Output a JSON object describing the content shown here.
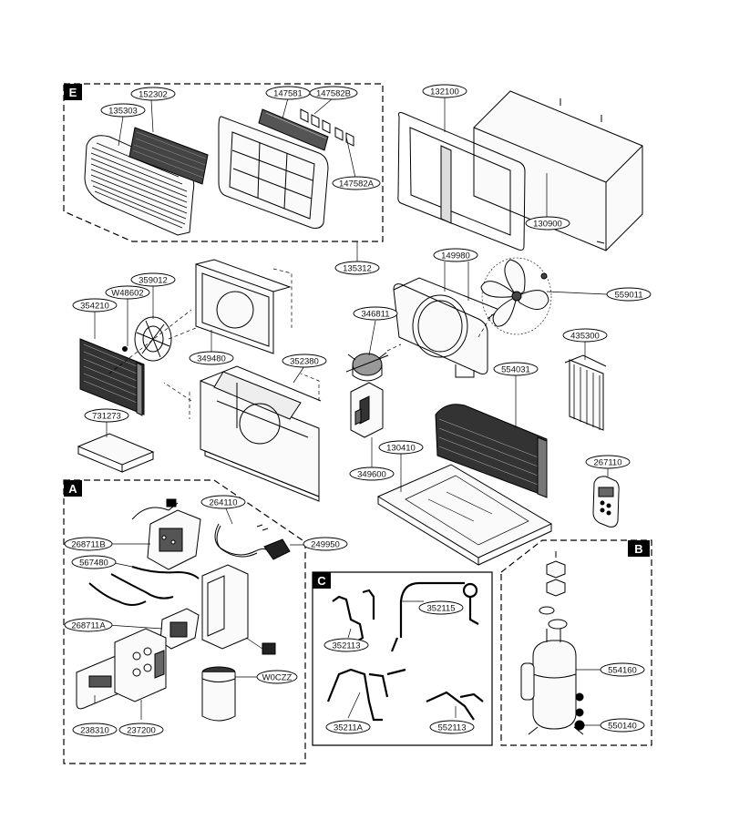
{
  "diagram": {
    "sections": {
      "E": "E",
      "A": "A",
      "C": "C",
      "B": "B"
    },
    "parts": {
      "p135303": "135303",
      "p152302": "152302",
      "p147581": "147581",
      "p147582B": "147582B",
      "p147582A": "147582A",
      "p135312": "135312",
      "p132100": "132100",
      "p130900": "130900",
      "p149980": "149980",
      "p559011": "559011",
      "p359012": "359012",
      "pW48602": "W48602",
      "p354210": "354210",
      "p349480": "349480",
      "p352380": "352380",
      "p346811": "346811",
      "p435300": "435300",
      "p554031": "554031",
      "p731273": "731273",
      "p349600": "349600",
      "p130410": "130410",
      "p267110": "267110",
      "p264110": "264110",
      "p268711B": "268711B",
      "p249950": "249950",
      "p567480": "567480",
      "p268711A": "268711A",
      "pW0CZZ": "W0CZZ",
      "p238310": "238310",
      "p237200": "237200",
      "p352115": "352115",
      "p352113": "352113",
      "p35211A": "35211A",
      "p552113": "552113",
      "p554160": "554160",
      "p550140": "550140"
    }
  }
}
